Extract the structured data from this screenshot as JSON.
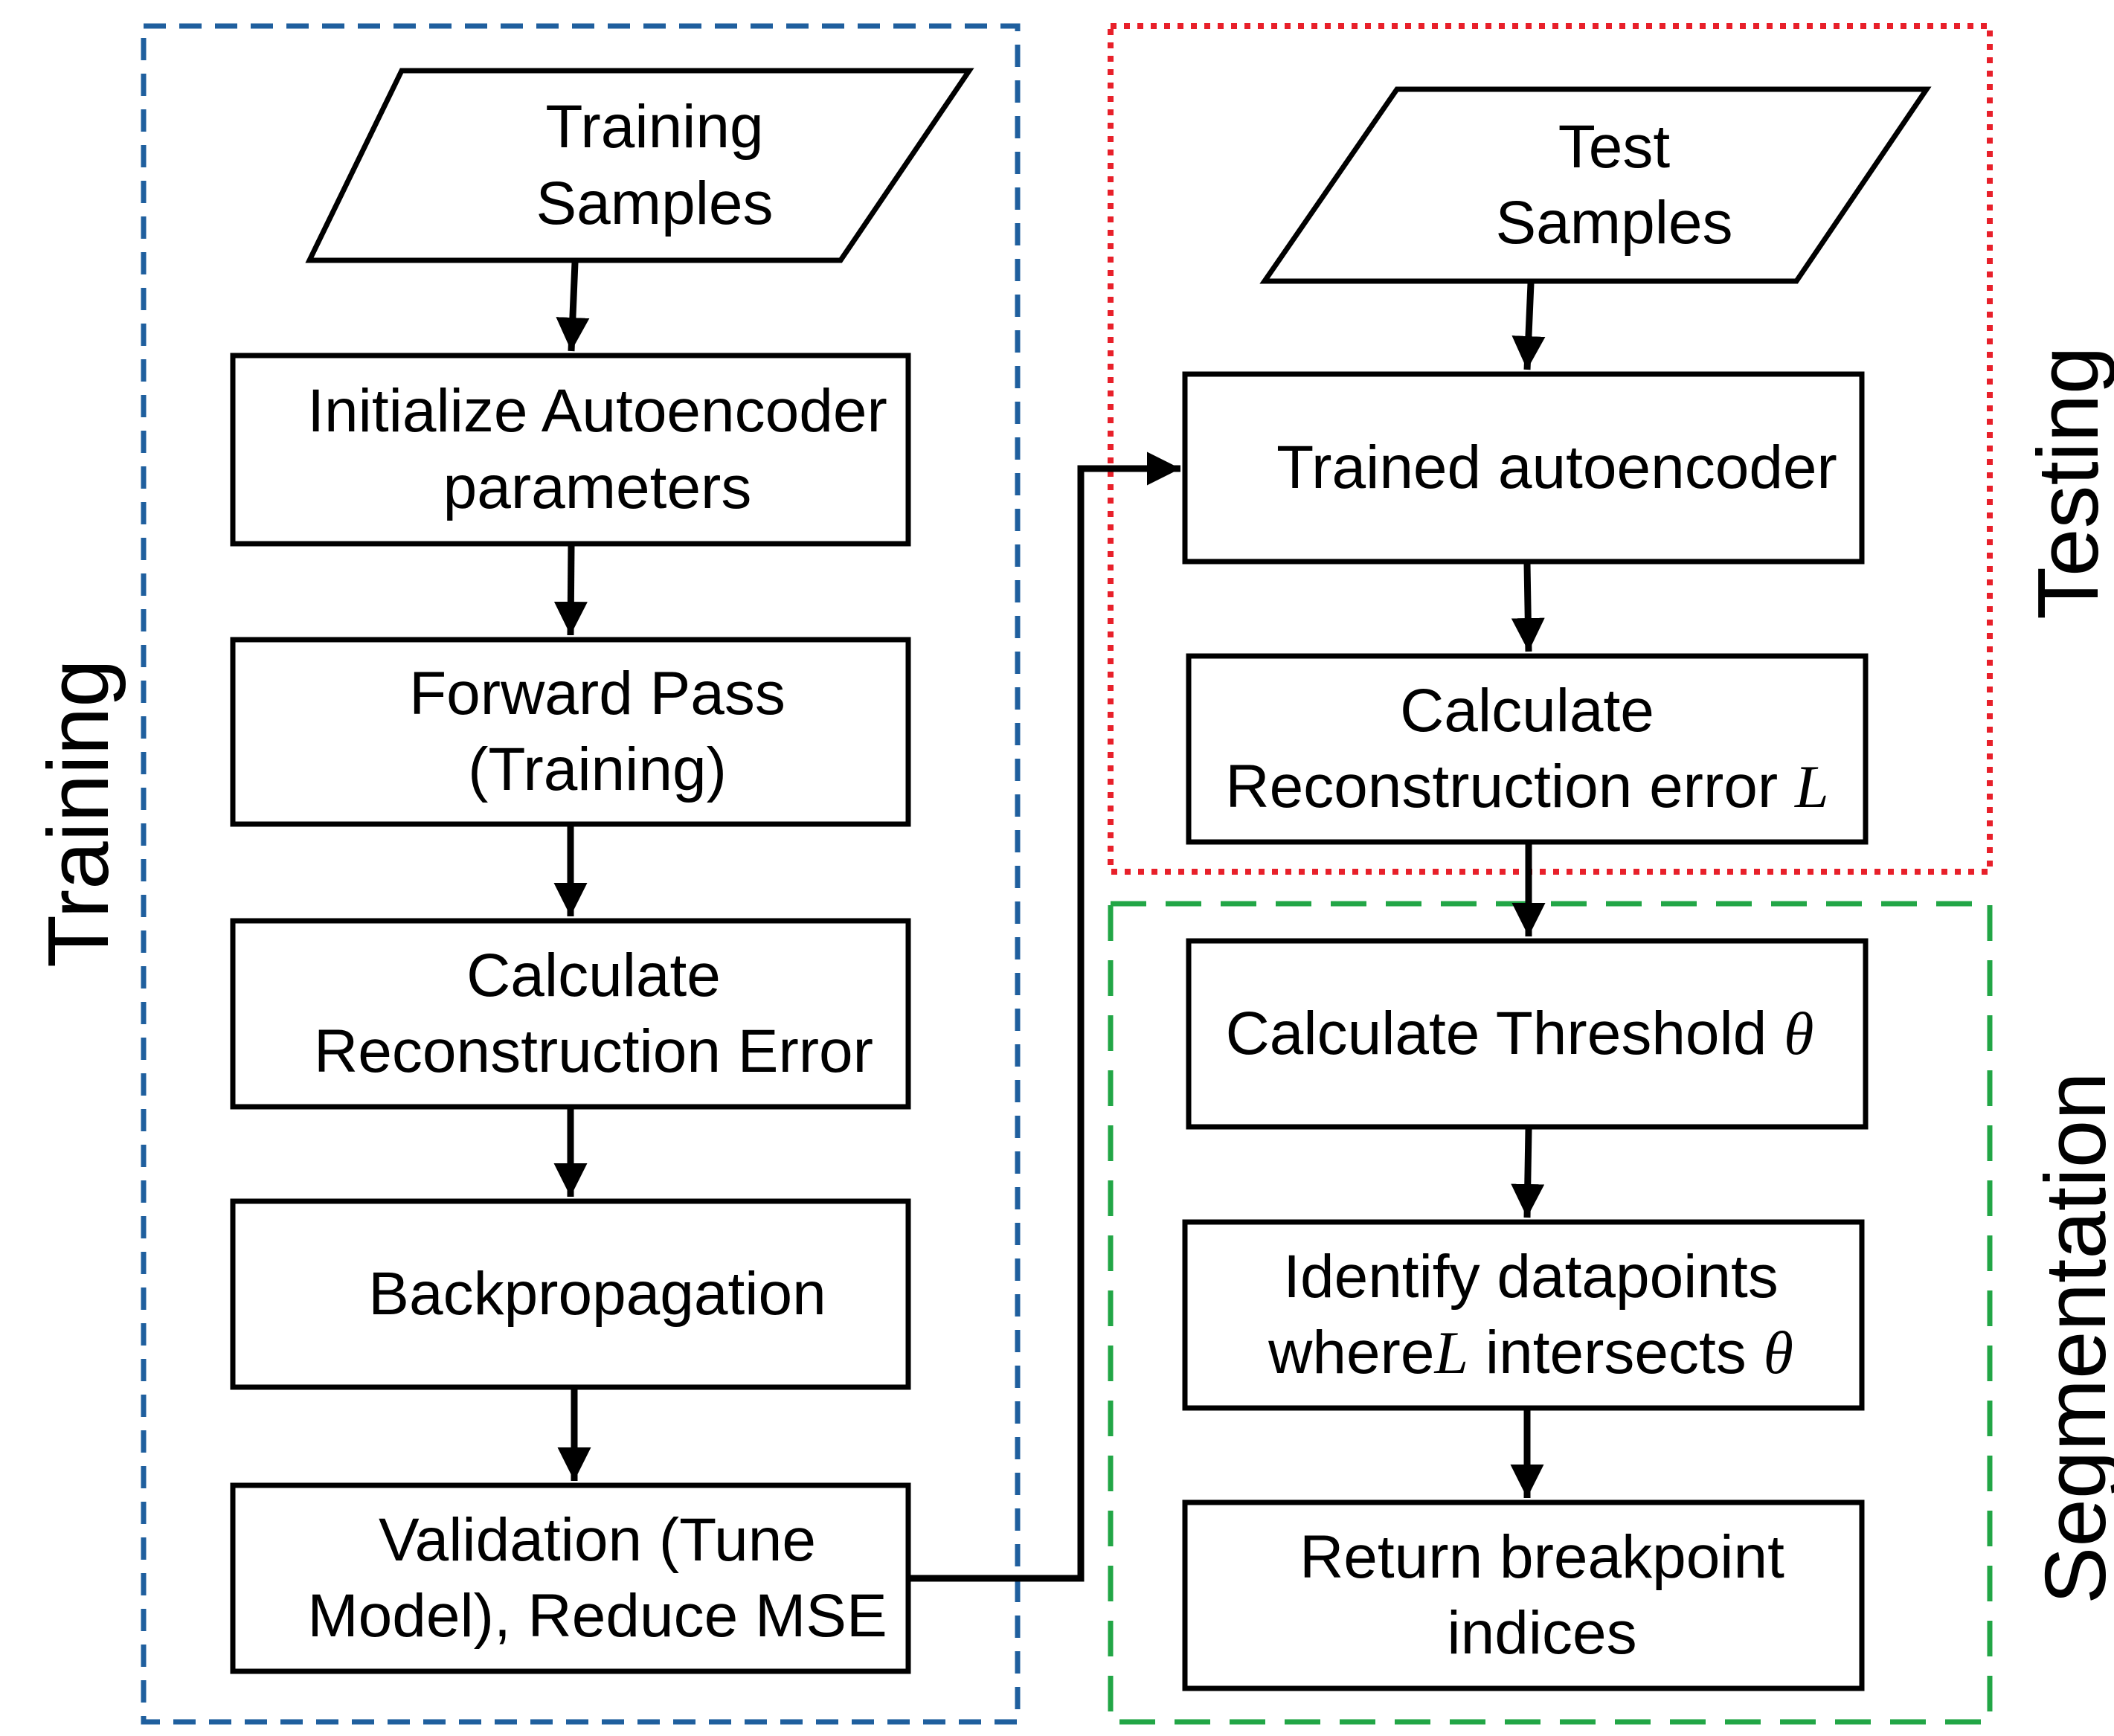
{
  "groups": {
    "training": {
      "label": "Training",
      "color": "#1f5f9e"
    },
    "testing": {
      "label": "Testing",
      "color": "#e8202a"
    },
    "segmentation": {
      "label": "Segmentation",
      "color": "#22a646"
    }
  },
  "nodes": {
    "training_samples": {
      "line1": "Training",
      "line2": "Samples"
    },
    "initialize": {
      "line1": "Initialize Autoencoder",
      "line2": "parameters"
    },
    "forward_pass": {
      "line1": "Forward Pass",
      "line2": "(Training)"
    },
    "calc_error_train": {
      "line1": "Calculate",
      "line2": "Reconstruction Error"
    },
    "backprop": {
      "line1": "Backpropagation"
    },
    "validation": {
      "line1": "Validation (Tune",
      "line2": "Model), Reduce MSE"
    },
    "test_samples": {
      "line1": "Test",
      "line2": "Samples"
    },
    "trained_autoencoder": {
      "line1": "Trained autoencoder"
    },
    "calc_error_test": {
      "line1": "Calculate",
      "line2": "Reconstruction error",
      "symbol": "L"
    },
    "threshold": {
      "line1": "Calculate Threshold",
      "symbol": "θ"
    },
    "identify": {
      "line1": "Identify datapoints",
      "line2_a": "where",
      "symbol_a": "L",
      "line2_b": "intersects",
      "symbol_b": "θ"
    },
    "return": {
      "line1": "Return breakpoint",
      "line2": "indices"
    }
  }
}
